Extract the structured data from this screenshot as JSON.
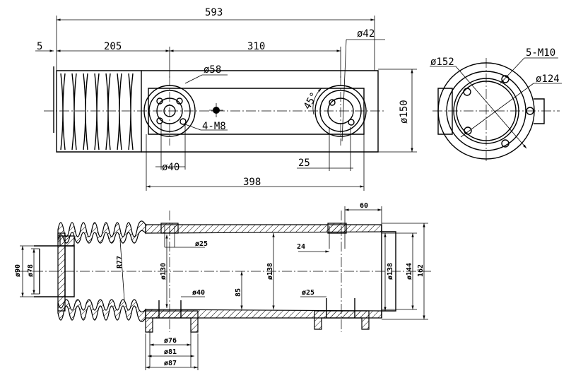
{
  "top_view": {
    "overall_length": "593",
    "flange_offset": "5",
    "bellows_length": "205",
    "port_spacing": "310",
    "port_dia_right": "ø42",
    "port_flange_dia": "ø58",
    "bolt_holes_left": "4-M8",
    "angle": "45°",
    "port_bore_left": "ø40",
    "port_width_right": "25",
    "base_length": "398",
    "body_height": "ø150"
  },
  "end_view": {
    "pcd": "ø152",
    "bolt_holes": "5-M10",
    "bore": "ø124"
  },
  "section_view": {
    "port_width_top": "60",
    "top_port_dia": "ø25",
    "radius": "R77",
    "wall_step": "24",
    "outer_flange_dia": "ø90",
    "inner_flange_dia": "ø78",
    "inner_dia_130": "ø130",
    "inner_dia_138_mid": "ø138",
    "inner_dia_138_end": "ø138",
    "outer_dia_144": "ø144",
    "overall_height": "162",
    "bottom_port_bore": "ø40",
    "height_85": "85",
    "bottom_port_dia_right": "ø25",
    "flange_dia_76": "ø76",
    "flange_dia_81": "ø81",
    "flange_dia_87": "ø87"
  }
}
